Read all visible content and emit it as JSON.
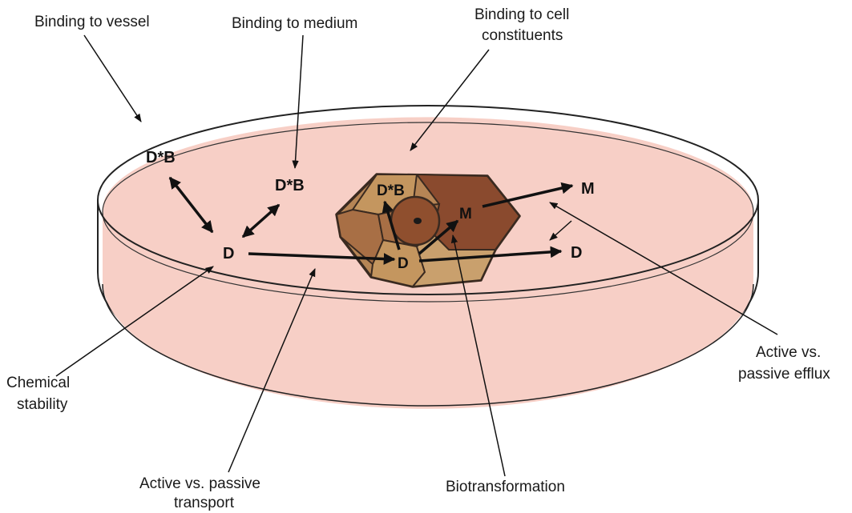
{
  "labels": {
    "binding_vessel": "Binding to vessel",
    "binding_medium": "Binding to medium",
    "binding_cell_line1": "Binding to cell",
    "binding_cell_line2": "constituents",
    "efflux_line1": "Active vs.",
    "efflux_line2": "passive efflux",
    "chem_line1": "Chemical",
    "chem_line2": "stability",
    "transport_line1": "Active vs. passive",
    "transport_line2": "transport",
    "biotransformation": "Biotransformation"
  },
  "species": {
    "db_vessel": "D*B",
    "db_medium": "D*B",
    "d_medium": "D",
    "db_cell": "D*B",
    "d_cell": "D",
    "m_cell": "M",
    "m_out": "M",
    "d_out": "D"
  },
  "colors": {
    "medium": "#f7cfc6",
    "dish_outline": "#222222",
    "cell_light": "#c4965f",
    "cell_mid": "#a86f45",
    "cell_dark": "#8a4a2e",
    "cell_edge": "#3a2a20"
  }
}
